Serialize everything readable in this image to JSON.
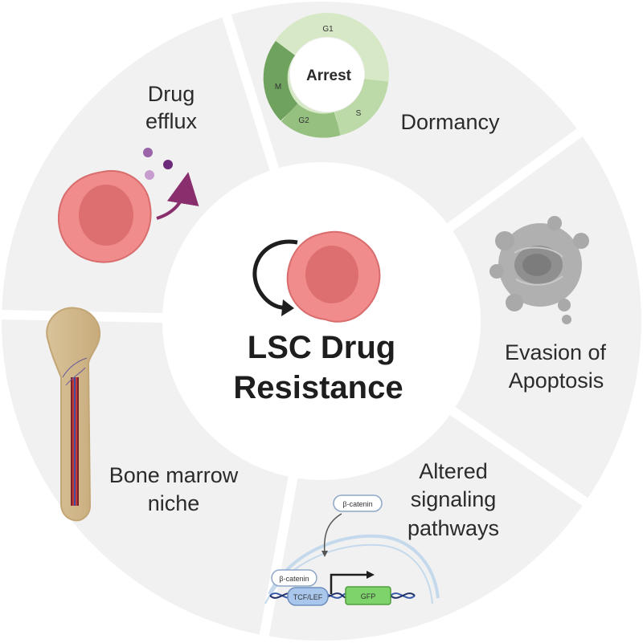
{
  "center": {
    "title_line1": "LSC Drug",
    "title_line2": "Resistance"
  },
  "segments": {
    "drug_efflux": {
      "line1": "Drug",
      "line2": "efflux"
    },
    "dormancy": {
      "label": "Dormancy"
    },
    "evasion": {
      "line1": "Evasion of",
      "line2": "Apoptosis"
    },
    "signaling": {
      "line1": "Altered",
      "line2": "signaling",
      "line3": "pathways"
    },
    "bone_marrow": {
      "line1": "Bone marrow",
      "line2": "niche"
    }
  },
  "cell_cycle": {
    "center_label": "Arrest",
    "phases": {
      "g1": "G1",
      "s": "S",
      "g2": "G2",
      "m": "M"
    }
  },
  "signaling_diagram": {
    "beta_catenin_top": "β-catenin",
    "beta_catenin_bottom": "β-catenin",
    "tcf_lef": "TCF/LEF",
    "gfp": "GFP"
  },
  "colors": {
    "segment_fill": "#f1f1f1",
    "cell_outer": "#f08c8c",
    "cell_inner": "#de6f70",
    "efflux_arrow": "#8a2f6e",
    "apoptosis_gray": "#a9a9a9",
    "cycle_light": "#d7e8c7",
    "cycle_dark": "#4f8a45",
    "gfp_green": "#7ed36b",
    "dna_blue": "#3559a8"
  }
}
